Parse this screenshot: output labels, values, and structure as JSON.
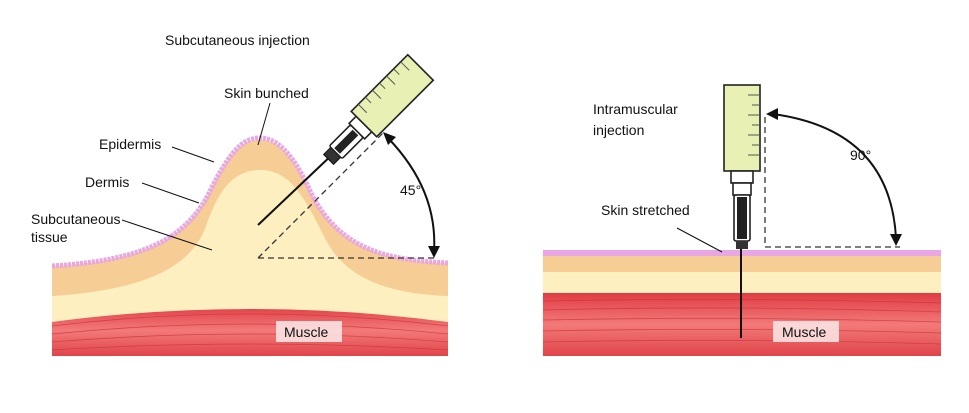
{
  "subcutaneous": {
    "title": "Subcutaneous injection",
    "labels": {
      "skin_bunched": "Skin bunched",
      "epidermis": "Epidermis",
      "dermis": "Dermis",
      "subcutaneous_line1": "Subcutaneous",
      "subcutaneous_line2": "tissue",
      "angle": "45°",
      "muscle": "Muscle"
    }
  },
  "intramuscular": {
    "title_line1": "Intramuscular",
    "title_line2": "injection",
    "labels": {
      "skin_stretched": "Skin stretched",
      "angle": "90°",
      "muscle": "Muscle"
    }
  },
  "colors": {
    "epidermis": "#e8a6e4",
    "dermis": "#f6cd95",
    "subcutaneous": "#fdefc0",
    "muscle": "#e8464c",
    "muscle_light": "#f47e7c",
    "syringe_barrel": "#e8f1b3",
    "syringe_outline": "#222222"
  }
}
